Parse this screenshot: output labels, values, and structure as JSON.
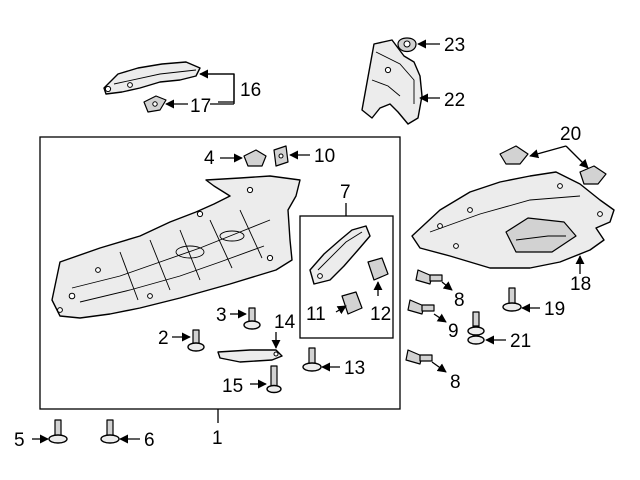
{
  "callouts": {
    "c1": "1",
    "c2": "2",
    "c3": "3",
    "c4": "4",
    "c5": "5",
    "c6": "6",
    "c7": "7",
    "c8a": "8",
    "c8b": "8",
    "c9": "9",
    "c10": "10",
    "c11": "11",
    "c12": "12",
    "c13": "13",
    "c14": "14",
    "c15": "15",
    "c16": "16",
    "c17": "17",
    "c18": "18",
    "c19": "19",
    "c20": "20",
    "c21": "21",
    "c22": "22",
    "c23": "23"
  },
  "colors": {
    "line": "#000000",
    "part_fill": "#ececec",
    "part_shade": "#d2d2d2",
    "background": "#ffffff"
  },
  "icons": {
    "arrow": "arrow-pointer-icon"
  }
}
